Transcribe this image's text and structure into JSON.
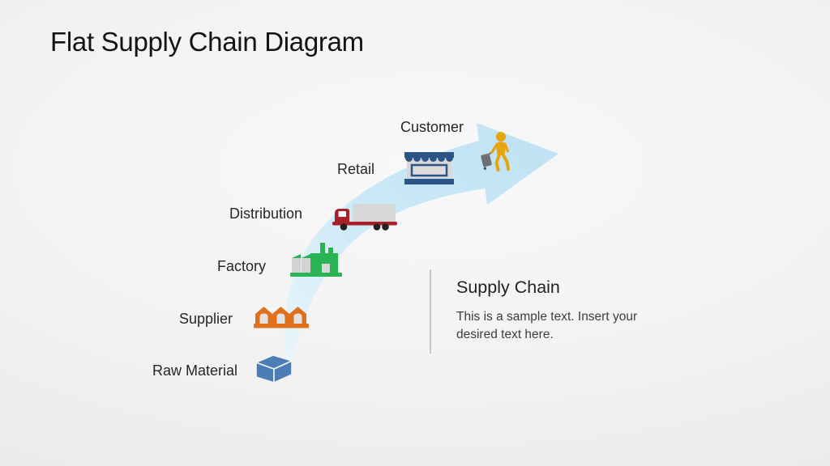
{
  "title": "Flat Supply Chain Diagram",
  "diagram": {
    "flow_direction": "bottom-left to top-right curved arrow",
    "stages": [
      {
        "label": "Raw Material",
        "icon": "box-icon"
      },
      {
        "label": "Supplier",
        "icon": "warehouse-icon"
      },
      {
        "label": "Factory",
        "icon": "factory-icon"
      },
      {
        "label": "Distribution",
        "icon": "truck-icon"
      },
      {
        "label": "Retail",
        "icon": "storefront-icon"
      },
      {
        "label": "Customer",
        "icon": "person-luggage-icon"
      }
    ]
  },
  "text_block": {
    "title": "Supply Chain",
    "body_lines": [
      "This is a sample text. Insert your",
      "desired text here."
    ]
  },
  "colors": {
    "background": "#F1F1F2",
    "title_text": "#141414",
    "label_text": "#262626",
    "body_text": "#3D3D3D",
    "divider_gray": "#C6C6C6",
    "arrow_blue": "#C7E7F6",
    "box_blue": "#4C7DB4",
    "warehouse_orange": "#E0701C",
    "factory_green": "#29B352",
    "truck_red": "#A8212A",
    "retail_navy": "#2B5586",
    "person_gold": "#E8A50B",
    "luggage_gray": "#6F6F6F",
    "light_gray_fill": "#D7D7D7"
  }
}
